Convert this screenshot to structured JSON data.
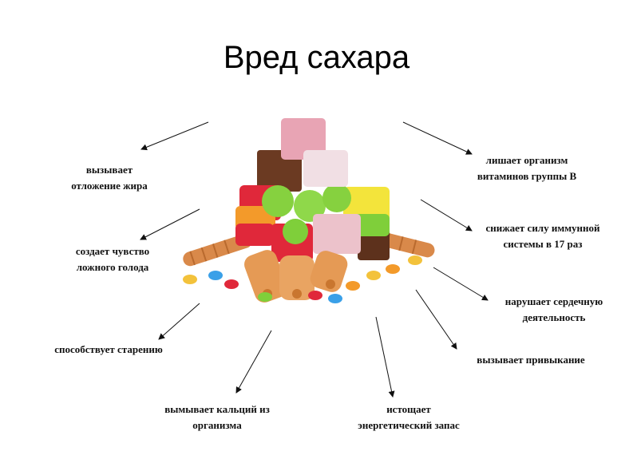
{
  "slide": {
    "title": "Вред сахара",
    "labels": {
      "fat": [
        "вызывает",
        "отложение жира"
      ],
      "vitamins": [
        "лишает организм",
        "витаминов группы В"
      ],
      "hunger": [
        "создает чувство",
        "ложного голода"
      ],
      "immune": [
        "снижает силу иммунной",
        "системы в 17 раз"
      ],
      "heart": [
        "нарушает сердечную",
        "деятельность"
      ],
      "aging": [
        "способствует старению"
      ],
      "addiction": [
        "вызывает привыкание"
      ],
      "calcium": [
        "вымывает кальций из",
        "организма"
      ],
      "energy": [
        "истощает",
        "энергетический запас"
      ]
    }
  },
  "illustration": {
    "icon": "sweets-pile-icon",
    "colors": {
      "pink_cube": "#e8a4b4",
      "white_cube": "#f1dfe4",
      "chocolate": "#6b3a22",
      "red_jelly": "#e0283a",
      "green_jelly": "#7fcf3a",
      "yellow_jelly": "#f3e43b",
      "orange_jelly": "#f39a2a",
      "wafer": "#e59a55"
    }
  }
}
